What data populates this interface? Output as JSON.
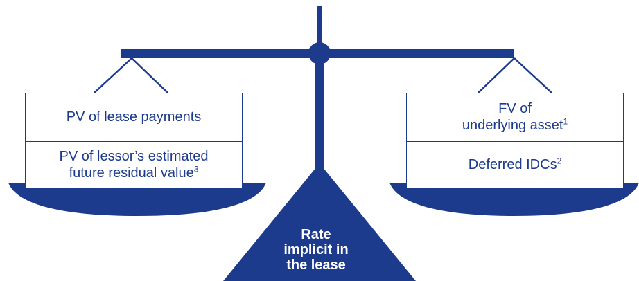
{
  "diagram": {
    "left_pan": {
      "box_top": {
        "text": "PV of lease payments"
      },
      "box_bottom": {
        "line1": "PV of lessor’s estimated",
        "line2": "future residual value",
        "footnote": "3"
      }
    },
    "right_pan": {
      "box_top": {
        "line1": "FV of",
        "line2": "underlying asset",
        "footnote": "1"
      },
      "box_bottom": {
        "text": "Deferred IDCs",
        "footnote": "2"
      }
    },
    "fulcrum": {
      "line1": "Rate",
      "line2": "implicit in",
      "line3": "the lease"
    }
  },
  "colors": {
    "scale_blue": "#1d3b8c",
    "box_fill": "#ffffff",
    "fulcrum_text": "#ffffff"
  }
}
